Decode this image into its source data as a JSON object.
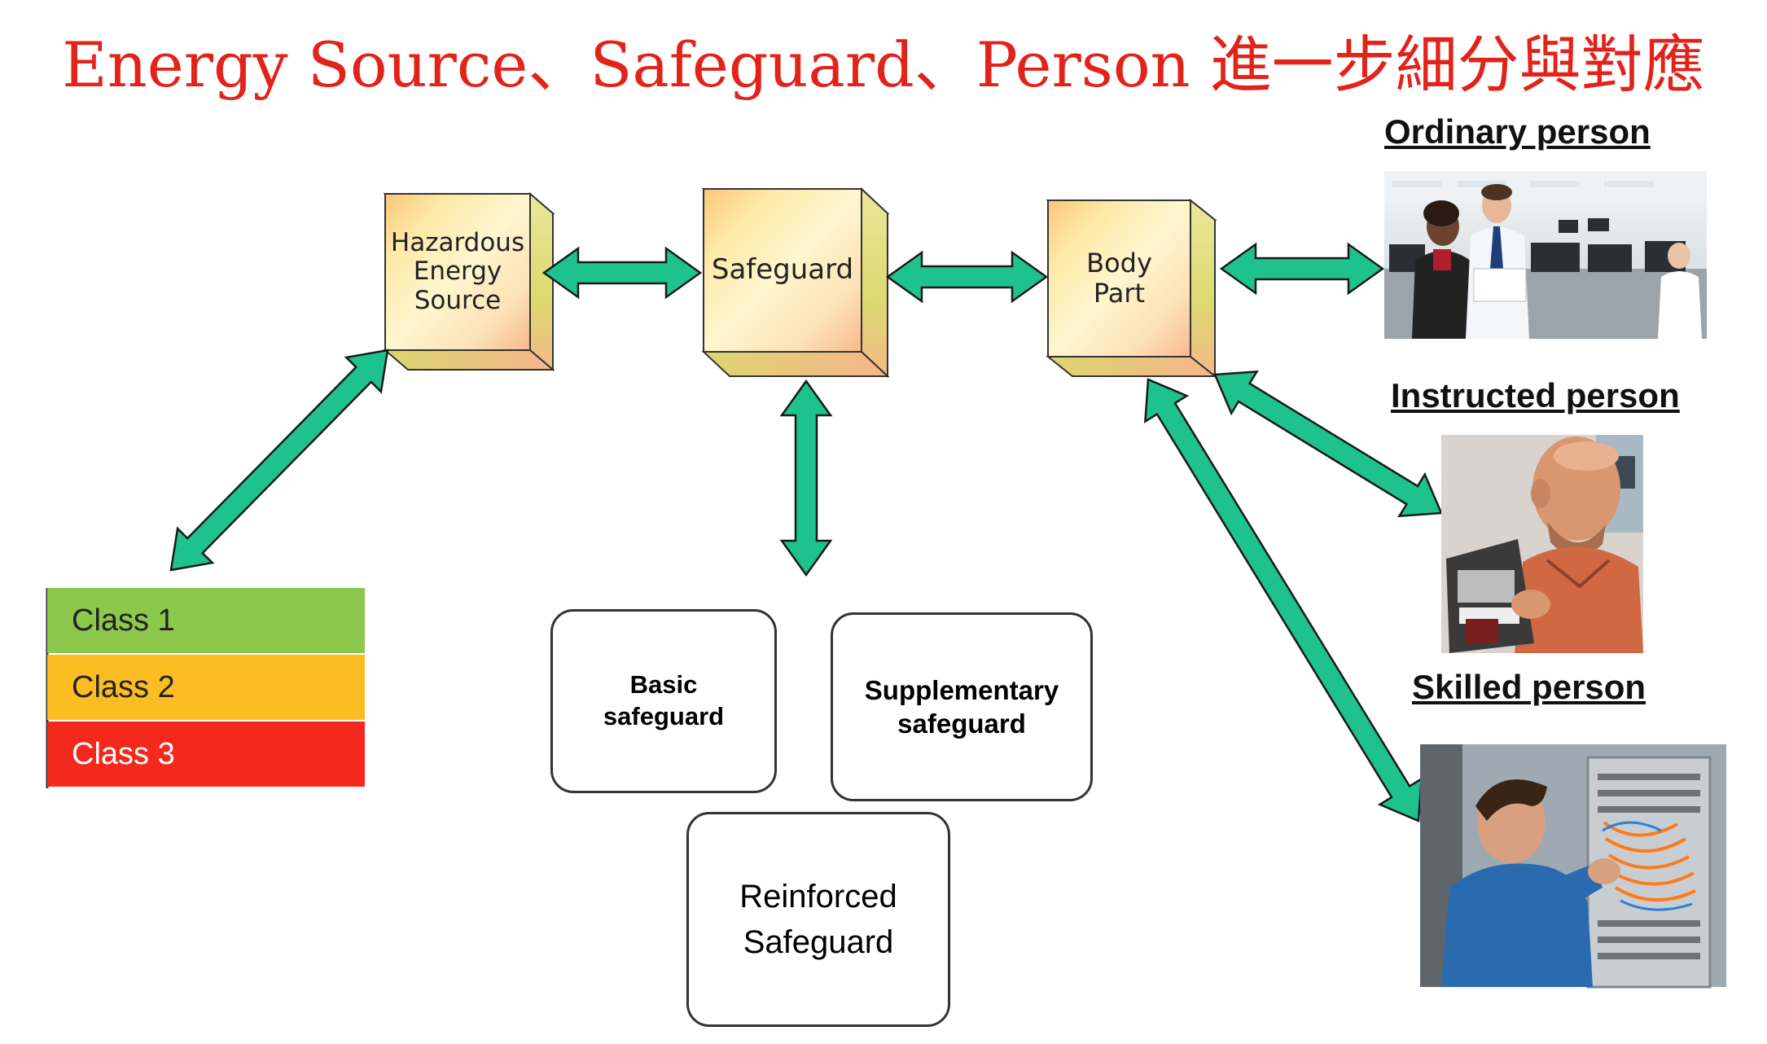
{
  "title": "Energy Source、Safeguard、Person 進一步細分與對應",
  "nodes": {
    "hazard": "Hazardous\nEnergy\nSource",
    "safeguard": "Safeguard",
    "body_part": "Body\nPart"
  },
  "classes": [
    "Class 1",
    "Class 2",
    "Class 3"
  ],
  "safeguard_types": {
    "basic": "Basic\nsafeguard",
    "supplementary": "Supplementary\nsafeguard",
    "reinforced": "Reinforced\nSafeguard"
  },
  "persons": {
    "ordinary": "Ordinary person",
    "instructed": "Instructed person",
    "skilled": "Skilled person"
  },
  "colors": {
    "title": "#e2231a",
    "arrow": "#1dc28c",
    "arrow_outline": "#1a1a1a",
    "class1": "#8cc84b",
    "class2": "#fbbd23",
    "class3": "#f4281c",
    "cube_front": "#fde9a8",
    "cube_side": "#d9d77a"
  }
}
